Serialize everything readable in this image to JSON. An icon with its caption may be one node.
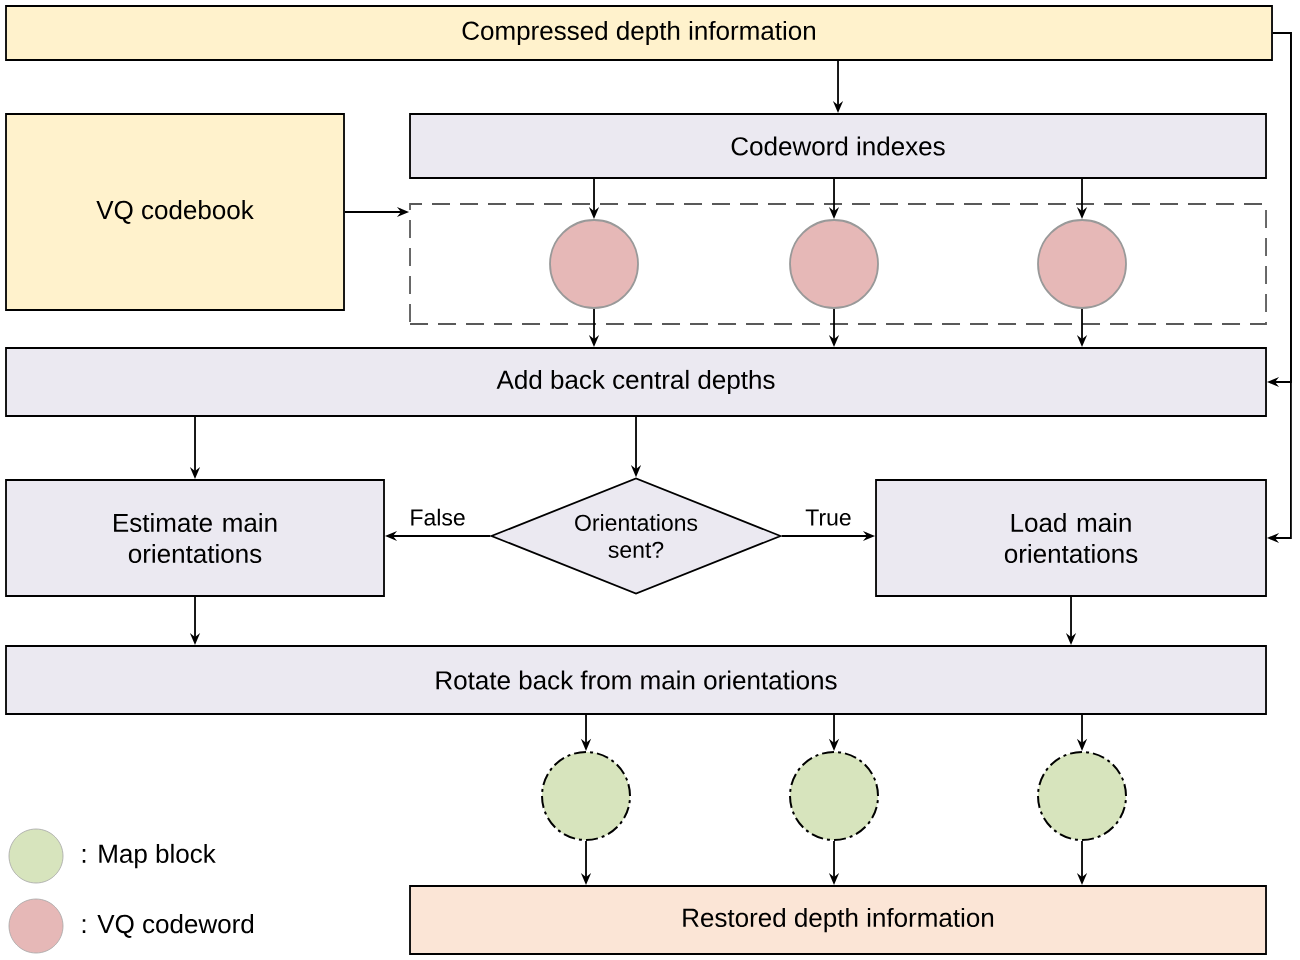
{
  "diagram": {
    "nodes": [
      {
        "text": [
          "Compressed depth information"
        ]
      },
      {
        "text": [
          "Codeword indexes"
        ]
      },
      {
        "text": [
          "VQ codebook"
        ]
      },
      {
        "text": [],
        "shape": "box"
      },
      {
        "text": [],
        "shape": "circle",
        "in": 3
      },
      {
        "text": [],
        "shape": "circle",
        "in": 3
      },
      {
        "text": [],
        "shape": "circle",
        "in": 3
      },
      {
        "text": [
          "Add back central depths"
        ]
      },
      {
        "text": [
          "Estimate main orientations"
        ]
      },
      {
        "text": [
          "Orientations sent?"
        ]
      },
      {
        "text": [
          "Load main orientations"
        ]
      },
      {
        "text": [
          "Rotate back from main orientations"
        ]
      },
      {
        "text": [],
        "shape": "circle"
      },
      {
        "text": [],
        "shape": "circle"
      },
      {
        "text": [],
        "shape": "circle"
      },
      {
        "text": [
          "Restored depth information"
        ]
      }
    ],
    "edges": [
      {
        "from": 0,
        "to": 1,
        "arrow": "to"
      },
      {
        "from": 1,
        "to": 4,
        "arrow": "to"
      },
      {
        "from": 1,
        "to": 5,
        "arrow": "to"
      },
      {
        "from": 1,
        "to": 6,
        "arrow": "to"
      },
      {
        "from": 2,
        "to": 3,
        "arrow": "to"
      },
      {
        "from": 4,
        "to": 7,
        "arrow": "to"
      },
      {
        "from": 5,
        "to": 7,
        "arrow": "to"
      },
      {
        "from": 6,
        "to": 7,
        "arrow": "to"
      },
      {
        "from": 0,
        "to": 7,
        "arrow": "to"
      },
      {
        "from": 0,
        "to": 10,
        "arrow": "to"
      },
      {
        "from": 7,
        "to": 8,
        "arrow": "to"
      },
      {
        "from": 7,
        "to": 9,
        "arrow": "to"
      },
      {
        "from": 9,
        "to": 8,
        "arrow": "to",
        "label": "False"
      },
      {
        "from": 9,
        "to": 10,
        "arrow": "to",
        "label": "True"
      },
      {
        "from": 8,
        "to": 11,
        "arrow": "to"
      },
      {
        "from": 10,
        "to": 11,
        "arrow": "to"
      },
      {
        "from": 11,
        "to": 12,
        "arrow": "to"
      },
      {
        "from": 11,
        "to": 13,
        "arrow": "to"
      },
      {
        "from": 11,
        "to": 14,
        "arrow": "to"
      },
      {
        "from": 12,
        "to": 15,
        "arrow": "to"
      },
      {
        "from": 13,
        "to": 15,
        "arrow": "to"
      },
      {
        "from": 14,
        "to": 15,
        "arrow": "to"
      }
    ],
    "legend": [
      {
        "text": ": Map block",
        "color": "#d7e4bd"
      },
      {
        "text": ": VQ codeword",
        "color": "#e6b8b7"
      }
    ]
  }
}
